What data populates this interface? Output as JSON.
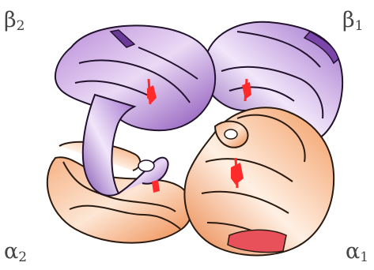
{
  "labels": {
    "beta2": {
      "symbol": "β",
      "sub": "2"
    },
    "beta1": {
      "symbol": "β",
      "sub": "1"
    },
    "alpha2": {
      "symbol": "α",
      "sub": "2"
    },
    "alpha1": {
      "symbol": "α",
      "sub": "1"
    }
  },
  "colors": {
    "beta_chain": "#9a64c4",
    "beta_chain_light": "#e3d0f0",
    "beta_chain_dark": "#6a3a98",
    "alpha_chain": "#f0955a",
    "alpha_chain_light": "#fde0c8",
    "alpha_chain_dark": "#d8682c",
    "heme": "#ff2a2a",
    "highlight_patch": "#e8505a"
  },
  "icons": {
    "heme_groups": [
      "heme-beta2-icon",
      "heme-beta1-icon",
      "heme-alpha2-icon",
      "heme-alpha1-icon"
    ]
  }
}
